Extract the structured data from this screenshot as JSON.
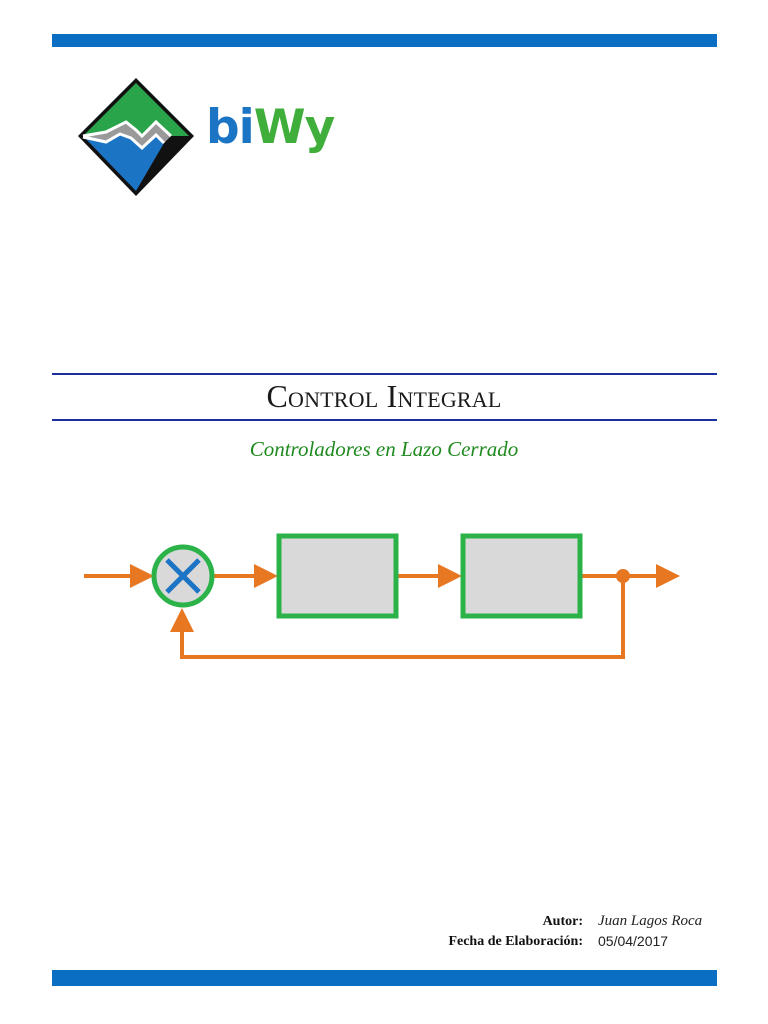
{
  "logo": {
    "name_part1": "bi",
    "name_part2": "Wy"
  },
  "document": {
    "title": "Control Integral",
    "subtitle": "Controladores en Lazo Cerrado"
  },
  "meta": {
    "author_label": "Autor:",
    "author_value": "Juan Lagos Roca",
    "date_label": "Fecha de Elaboración:",
    "date_value": "05/04/2017"
  },
  "colors": {
    "brand_blue": "#0a6fc2",
    "brand_green": "#3fae3a",
    "title_rule": "#1a2fa0",
    "subtitle_green": "#1f8a1f",
    "signal_orange": "#e87722",
    "block_fill": "#d9d9d9"
  },
  "icons": {
    "logo": "biwy-diamond-logo",
    "summing_junction": "summing-junction-icon"
  }
}
